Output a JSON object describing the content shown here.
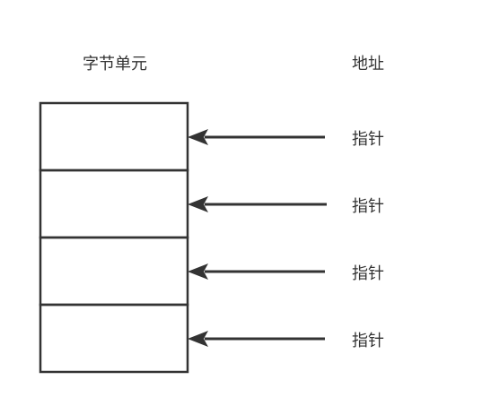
{
  "headers": {
    "left": "字节单元",
    "right": "地址"
  },
  "cells": [
    {
      "pointer_label": "指针"
    },
    {
      "pointer_label": "指针"
    },
    {
      "pointer_label": "指针"
    },
    {
      "pointer_label": "指针"
    }
  ],
  "colors": {
    "stroke": "#333333",
    "background": "#ffffff"
  }
}
